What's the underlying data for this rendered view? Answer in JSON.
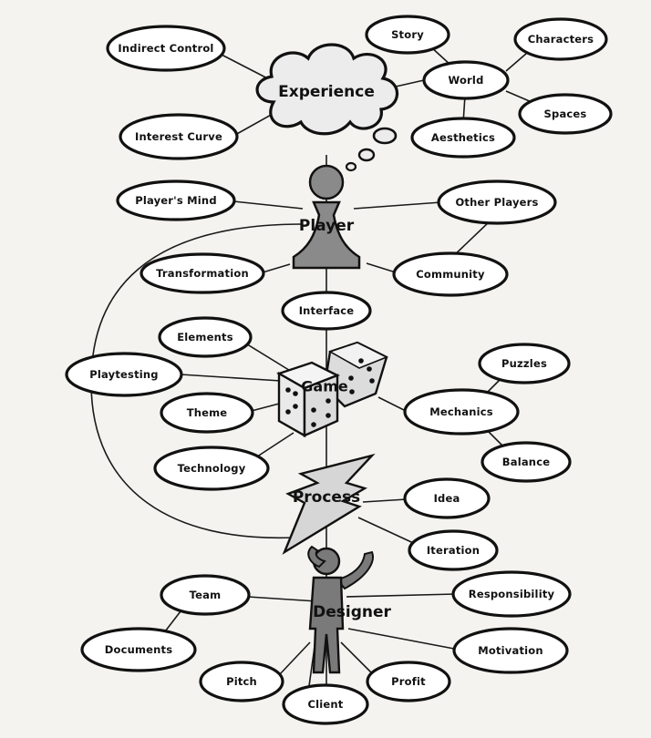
{
  "hubs": {
    "experience": "Experience",
    "player": "Player",
    "game": "Game",
    "process": "Process",
    "designer": "Designer"
  },
  "nodes": {
    "indirect_control": "Indirect Control",
    "interest_curve": "Interest Curve",
    "story": "Story",
    "world": "World",
    "characters": "Characters",
    "spaces": "Spaces",
    "aesthetics": "Aesthetics",
    "players_mind": "Player's Mind",
    "other_players": "Other Players",
    "transformation": "Transformation",
    "community": "Community",
    "interface": "Interface",
    "elements": "Elements",
    "playtesting": "Playtesting",
    "theme": "Theme",
    "technology": "Technology",
    "puzzles": "Puzzles",
    "mechanics": "Mechanics",
    "balance": "Balance",
    "idea": "Idea",
    "iteration": "Iteration",
    "team": "Team",
    "documents": "Documents",
    "responsibility": "Responsibility",
    "motivation": "Motivation",
    "pitch": "Pitch",
    "client": "Client",
    "profit": "Profit"
  },
  "colors": {
    "background": "#f4f3ef",
    "line": "#1a1a1a",
    "node_fill": "#ffffff",
    "cloud_fill": "#ececec",
    "pawn_fill": "#8a8a8a",
    "die_fill": "#eaeaea",
    "lightning_fill": "#d6d6d6",
    "figure_fill": "#7a7a7a"
  }
}
